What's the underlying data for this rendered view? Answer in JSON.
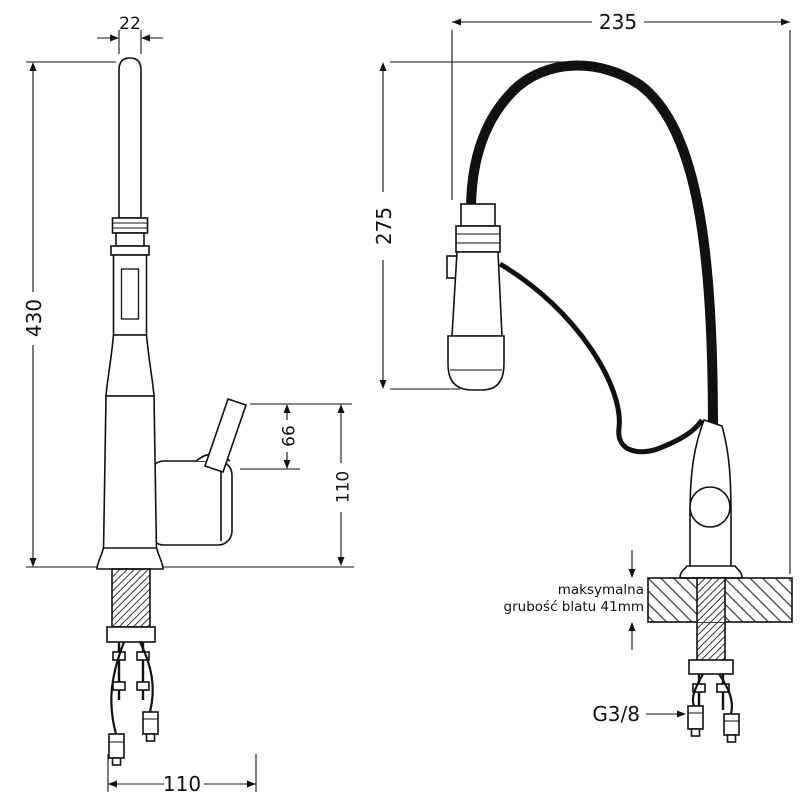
{
  "drawing": {
    "dims": {
      "pipe_width": "22",
      "total_height": "430",
      "lever_height": "66",
      "spout_height": "110",
      "base_width": "110",
      "reach": "235",
      "arc_height": "275",
      "thread": "G3/8"
    },
    "notes": {
      "counter_line1": "maksymalna",
      "counter_line2": "grubość blatu 41mm"
    }
  }
}
